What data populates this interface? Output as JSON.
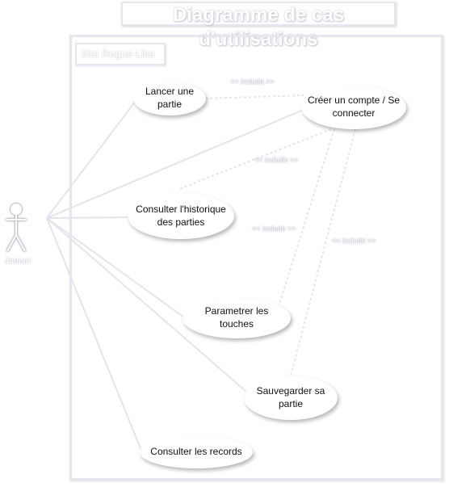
{
  "diagram_title": "Diagramme de cas d'utilisations",
  "system_name": "Site Rogue Like",
  "actor": {
    "name": "Joueur"
  },
  "use_cases": {
    "lancer": "Lancer une partie",
    "creer": "Créer un compte / Se connecter",
    "historique": "Consulter l'historique des parties",
    "parametrer": "Parametrer les touches",
    "sauvegarder": "Sauvegarder sa partie",
    "records": "Consulter les records"
  },
  "relations": {
    "include_label": "<< include >>"
  },
  "colors": {
    "line": "#e4e4ee",
    "node_fill": "#ffffff",
    "text": "#111111"
  }
}
